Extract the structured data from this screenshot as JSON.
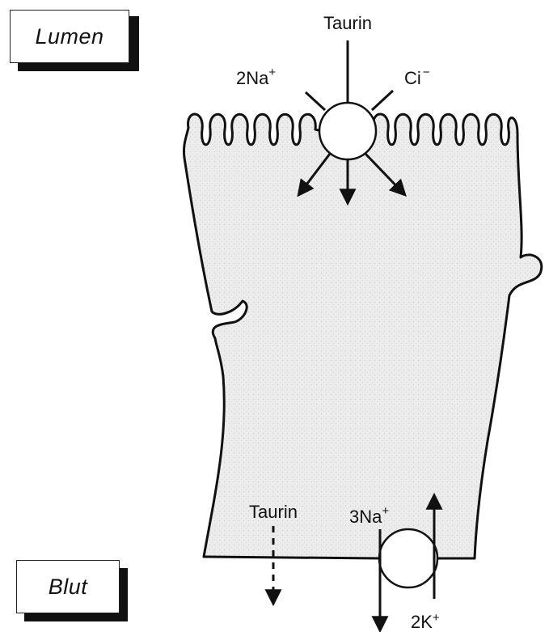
{
  "boxes": {
    "lumen": "Lumen",
    "blut": "Blut"
  },
  "apical_transport": {
    "substrate": "Taurin",
    "cation_count": "2Na",
    "cation_charge": "+",
    "anion": "Ci",
    "anion_charge": "−"
  },
  "basolateral_pump": {
    "sodium": "3Na",
    "sodium_charge": "+",
    "potassium": "2K",
    "potassium_charge": "+"
  },
  "efflux": {
    "label": "Taurin"
  },
  "colors": {
    "cytoplasm": "#e9e9e9",
    "outline": "#111111",
    "carrier_fill": "#ffffff"
  }
}
